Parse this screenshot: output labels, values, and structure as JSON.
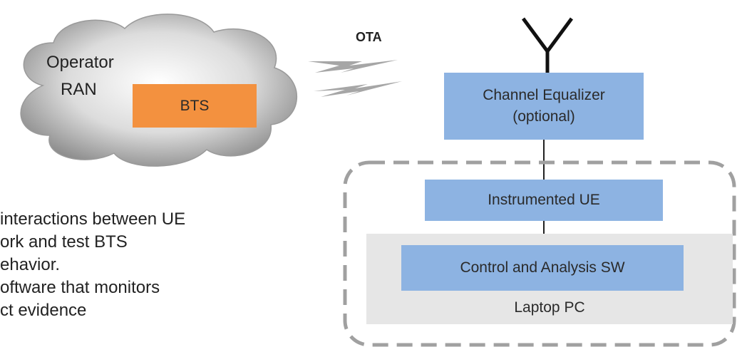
{
  "cloud": {
    "line1": "Operator",
    "line2": "RAN"
  },
  "bts": {
    "label": "BTS",
    "color": "#f3913f"
  },
  "ota": {
    "label": "OTA"
  },
  "equalizer": {
    "line1": "Channel Equalizer",
    "line2": "(optional)",
    "color": "#8db3e2"
  },
  "instrumented_ue": {
    "label": "Instrumented UE",
    "color": "#8db3e2"
  },
  "control_sw": {
    "label": "Control and Analysis SW",
    "color": "#8db3e2"
  },
  "laptop": {
    "label": "Laptop PC",
    "color": "#e6e6e6"
  },
  "body_text": [
    "interactions  between UE",
    "ork and test BTS",
    "ehavior.",
    "oftware that monitors",
    "ct evidence"
  ],
  "icons": {
    "antenna": "antenna-icon",
    "wireless": "lightning-bolt-icon",
    "cloud": "cloud-shape"
  }
}
